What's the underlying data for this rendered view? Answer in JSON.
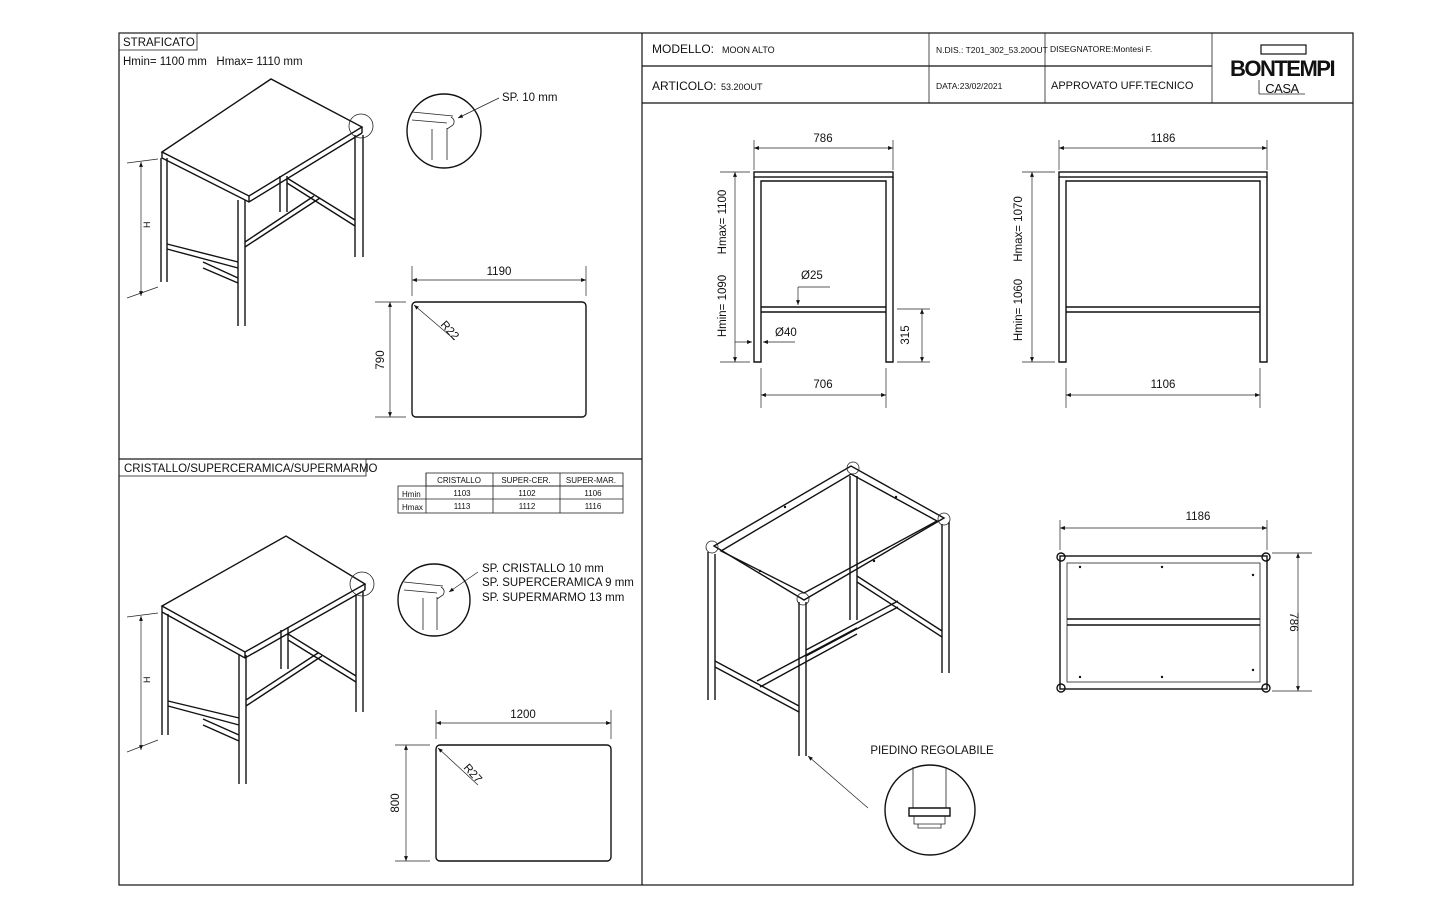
{
  "title_block": {
    "modello_label": "MODELLO:",
    "modello_value": "MOON ALTO",
    "articolo_label": "ARTICOLO:",
    "articolo_value": "53.20OUT",
    "ndis": "N.DIS.: T201_302_53.20OUT",
    "data": "DATA:23/02/2021",
    "disegnatore": "DISEGNATORE:Montesi F.",
    "approvato": "APPROVATO UFF.TECNICO",
    "logo_top": "BONTEMPI",
    "logo_bottom": "CASA"
  },
  "panel_strat": {
    "label": "STRAFICATO",
    "heights": "Hmin= 1100 mm   Hmax= 1110 mm",
    "thickness": "SP. 10 mm",
    "width": "1190",
    "depth": "790",
    "radius": "R22",
    "h_label": "H"
  },
  "panel_cristallo": {
    "label": "CRISTALLO/SUPERCERAMICA/SUPERMARMO",
    "table": {
      "headers": [
        "CRISTALLO",
        "SUPER-CER.",
        "SUPER-MAR."
      ],
      "rows": [
        {
          "label": "Hmin",
          "values": [
            "1103",
            "1102",
            "1106"
          ]
        },
        {
          "label": "Hmax",
          "values": [
            "1113",
            "1112",
            "1116"
          ]
        }
      ]
    },
    "thickness_lines": [
      "SP. CRISTALLO 10 mm",
      "SP. SUPERCERAMICA 9 mm",
      "SP. SUPERMARMO 13 mm"
    ],
    "width": "1200",
    "depth": "800",
    "radius": "R27",
    "h_label": "H"
  },
  "front_view": {
    "top_width": "786",
    "bottom_width": "706",
    "hmax": "Hmax= 1100",
    "hmin": "Hmin= 1090",
    "diam_small": "Ø25",
    "diam_large": "Ø40",
    "rail_height": "315"
  },
  "side_view": {
    "top_width": "1186",
    "bottom_width": "1106",
    "hmax": "Hmax= 1070",
    "hmin": "Hmin= 1060"
  },
  "plan_view": {
    "width": "1186",
    "depth": "786"
  },
  "foot_detail": {
    "label": "PIEDINO REGOLABILE"
  }
}
